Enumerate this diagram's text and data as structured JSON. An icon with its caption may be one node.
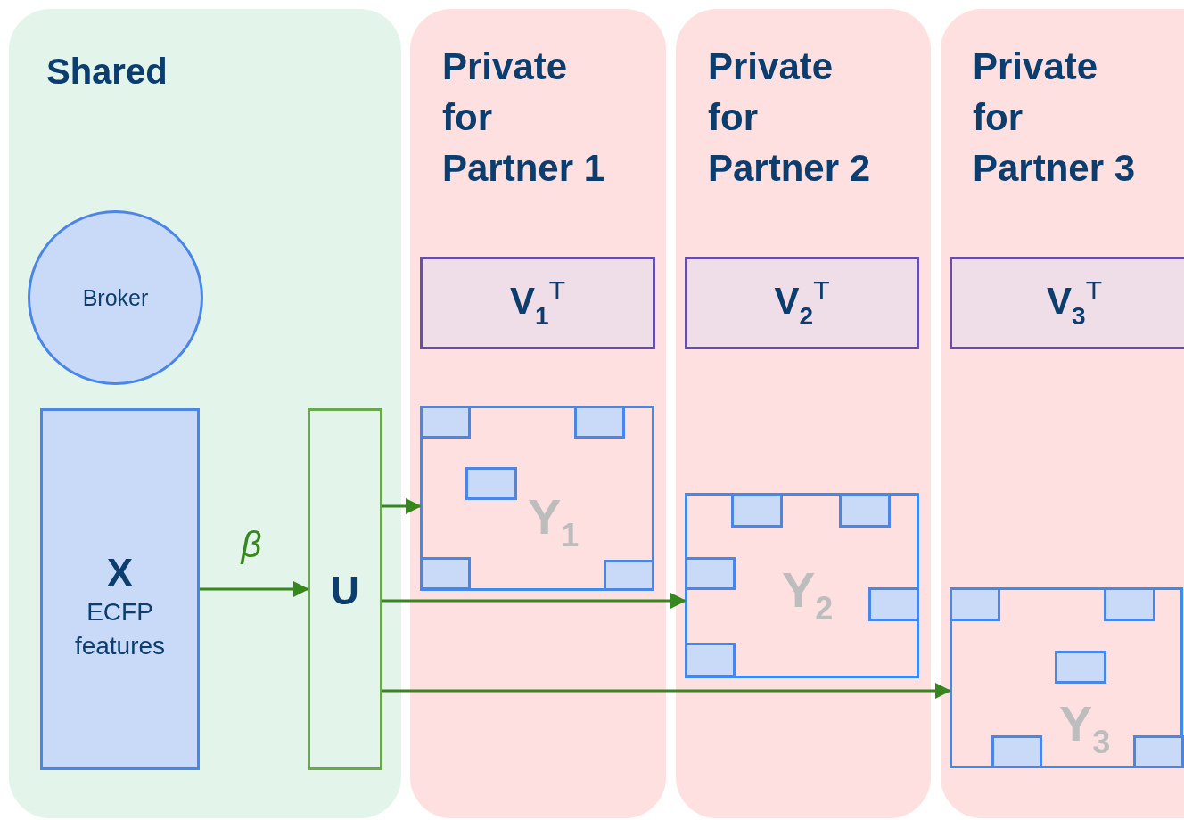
{
  "diagram": {
    "nodes": [
      {
        "text": [
          "Shared"
        ]
      },
      {
        "text": [
          "Private for Partner 1"
        ]
      },
      {
        "text": [
          "Private for Partner 2"
        ]
      },
      {
        "text": [
          "Private for Partner 3"
        ]
      },
      {
        "text": [
          "Broker"
        ],
        "in": 0
      },
      {
        "text": [
          "X",
          "ECFP features"
        ],
        "in": 0
      },
      {
        "text": [
          "U"
        ],
        "in": 0
      },
      {
        "text": [
          "V$_{1}$$^{T}$"
        ],
        "in": 1
      },
      {
        "text": [
          "Y$_{1}$"
        ],
        "in": 1
      },
      {
        "text": [],
        "shape": "box",
        "in": 8
      },
      {
        "text": [],
        "shape": "box",
        "in": 8
      },
      {
        "text": [],
        "shape": "box",
        "in": 8
      },
      {
        "text": [],
        "shape": "box",
        "in": 8
      },
      {
        "text": [],
        "shape": "box",
        "in": 8
      },
      {
        "text": [
          "V$_{2}$$^{T}$"
        ],
        "in": 2
      },
      {
        "text": [
          "Y$_{2}$"
        ],
        "in": 2
      },
      {
        "text": [],
        "shape": "box",
        "in": 15
      },
      {
        "text": [],
        "shape": "box",
        "in": 15
      },
      {
        "text": [],
        "shape": "box",
        "in": 15
      },
      {
        "text": [],
        "shape": "box",
        "in": 15
      },
      {
        "text": [],
        "shape": "box",
        "in": 15
      },
      {
        "text": [
          "V$_{3}$$^{T}$"
        ],
        "in": 3
      },
      {
        "text": [
          "Y$_{3}$"
        ],
        "in": 3
      },
      {
        "text": [],
        "shape": "box",
        "in": 22
      },
      {
        "text": [],
        "shape": "box",
        "in": 22
      },
      {
        "text": [],
        "shape": "box",
        "in": 22
      },
      {
        "text": [],
        "shape": "box",
        "in": 22
      },
      {
        "text": [],
        "shape": "box",
        "in": 22
      }
    ],
    "edges": [
      {
        "from": 5,
        "to": 6,
        "arrow": "to",
        "label": "β"
      },
      {
        "from": 6,
        "to": 8,
        "arrow": "to"
      },
      {
        "from": 6,
        "to": 15,
        "arrow": "to"
      },
      {
        "from": 6,
        "to": 22,
        "arrow": "to"
      }
    ]
  }
}
